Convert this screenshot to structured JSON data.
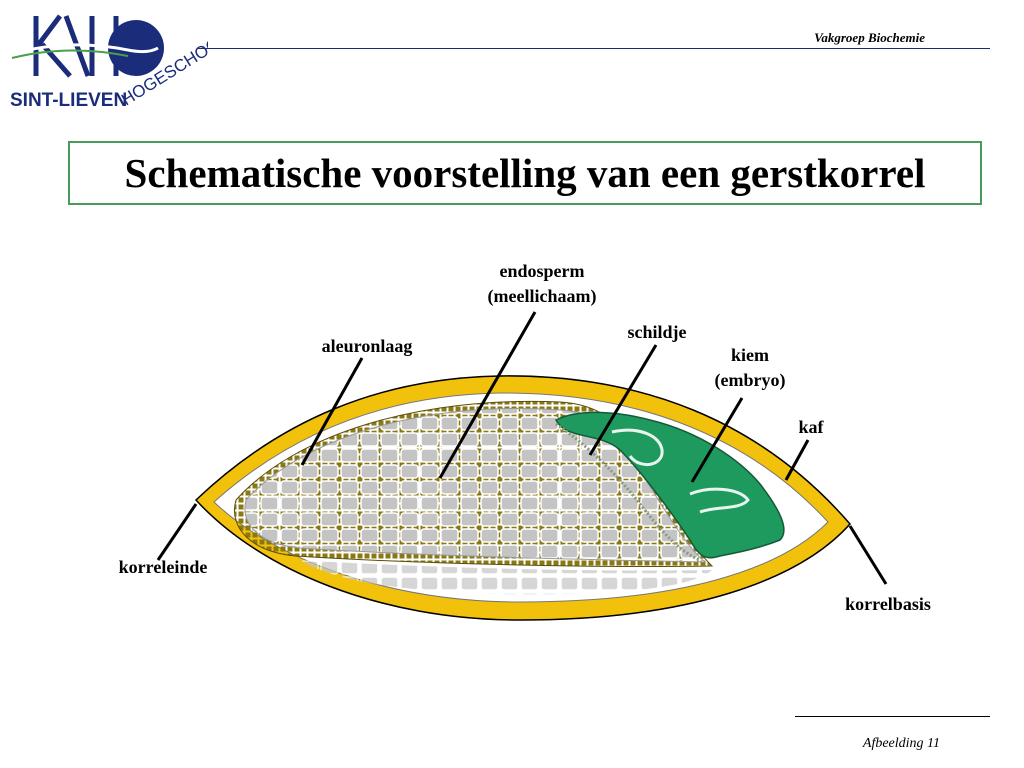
{
  "header": {
    "logo_text": "KAHO",
    "logo_subtitle_left": "SINT-LIEVEN",
    "logo_subtitle_right": "HOGESCHOOL",
    "department": "Vakgroep Biochemie"
  },
  "title": "Schematische voorstelling van een gerstkorrel",
  "labels": {
    "endosperm_line1": "endosperm",
    "endosperm_line2": "(meellichaam)",
    "schildje": "schildje",
    "aleuronlaag": "aleuronlaag",
    "kiem_line1": "kiem",
    "kiem_line2": "(embryo)",
    "kaf": "kaf",
    "korreleinde": "korreleinde",
    "korrelbasis": "korrelbasis"
  },
  "footer": {
    "figure_label": "Afbeelding  11"
  },
  "colors": {
    "husk": "#f2c10c",
    "embryo": "#1f9a5e",
    "endosperm": "#c8c8c8",
    "aleurone": "#7a6a10",
    "logo_blue": "#1a2c7a",
    "rule_blue": "#1a2c6b",
    "title_border": "#4a9a5a"
  }
}
